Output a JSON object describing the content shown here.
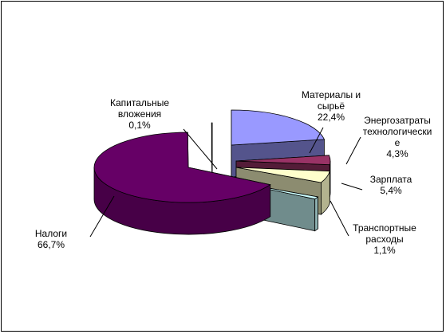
{
  "chart_data": {
    "type": "pie",
    "title": "",
    "style": "3d-exploded",
    "slices": [
      {
        "name": "Материалы и сырьё",
        "label_lines": [
          "Материалы и",
          "сырьё"
        ],
        "percent_label": "22,4%",
        "value": 22.4,
        "color": "#9999ff"
      },
      {
        "name": "Энергозатраты технологические",
        "label_lines": [
          "Энергозатраты",
          "технологически",
          "е"
        ],
        "percent_label": "4,3%",
        "value": 4.3,
        "color": "#993366"
      },
      {
        "name": "Зарплата",
        "label_lines": [
          "Зарплата"
        ],
        "percent_label": "5,4%",
        "value": 5.4,
        "color": "#ffffcc"
      },
      {
        "name": "Транспортные расходы",
        "label_lines": [
          "Транспортные",
          "расходы"
        ],
        "percent_label": "1,1%",
        "value": 1.1,
        "color": "#ccffff"
      },
      {
        "name": "Налоги",
        "label_lines": [
          "Налоги"
        ],
        "percent_label": "66,7%",
        "value": 66.7,
        "color": "#660066"
      },
      {
        "name": "Капитальные вложения",
        "label_lines": [
          "Капитальные",
          "вложения"
        ],
        "percent_label": "0,1%",
        "value": 0.1,
        "color": "#4f7f7f"
      }
    ]
  }
}
